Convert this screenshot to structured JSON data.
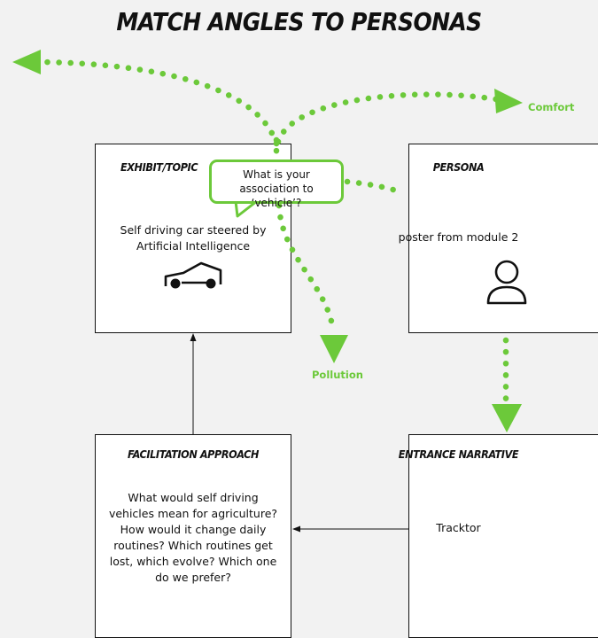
{
  "title": "MATCH ANGLES TO PERSONAS",
  "boxes": {
    "exhibit": {
      "heading": "EXHIBIT/TOPIC",
      "text": "Self driving car steered by Artificial Intelligence",
      "icon": "car-icon"
    },
    "persona": {
      "heading": "PERSONA",
      "text": "poster from module 2",
      "icon": "person-icon"
    },
    "facilitation": {
      "heading": "FACILITATION APPROACH",
      "text": "What would self driving vehicles mean for agriculture? How would it change daily routines? Which routines get lost, which evolve? Which one do we prefer?"
    },
    "entrance": {
      "heading": "ENTRANCE NARRATIVE",
      "text": "Tracktor"
    }
  },
  "bubble": {
    "text": "What is your association to ‘vehicle’?"
  },
  "labels": {
    "comfort": "Comfort",
    "pollution": "Pollution"
  },
  "colors": {
    "accent_green": "#6cc93a",
    "line": "#111111",
    "background": "#f2f2f2"
  }
}
